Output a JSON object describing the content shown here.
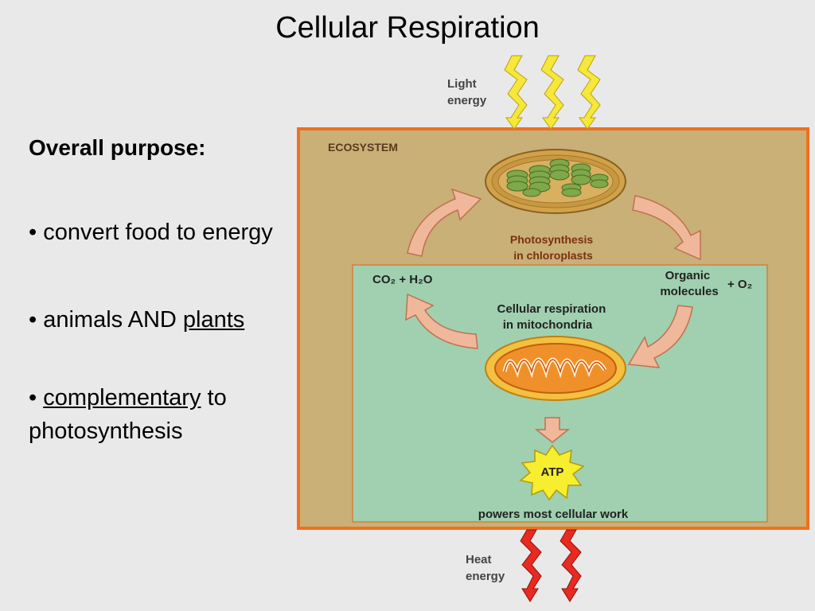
{
  "slide": {
    "title": "Cellular Respiration",
    "overall_purpose": "Overall purpose:",
    "bullet1": "• convert food to energy",
    "bullet2_prefix": "• animals AND ",
    "bullet2_underlined": "plants",
    "bullet3_prefix": "• ",
    "bullet3_underlined": "complementary",
    "bullet3_suffix": " to photosynthesis"
  },
  "diagram": {
    "light_energy_line1": "Light",
    "light_energy_line2": "energy",
    "ecosystem_label": "ECOSYSTEM",
    "photosynthesis_line1": "Photosynthesis",
    "photosynthesis_line2": "in chloroplasts",
    "co2_h2o": "CO₂ + H₂O",
    "organic_line1": "Organic",
    "organic_line2": "molecules",
    "o2": "+ O₂",
    "respiration_line1": "Cellular respiration",
    "respiration_line2": "in mitochondria",
    "atp": "ATP",
    "powers": "powers most cellular work",
    "heat_energy_line1": "Heat",
    "heat_energy_line2": "energy",
    "colors": {
      "ecosystem_bg": "#c8b077",
      "ecosystem_border": "#f07020",
      "cell_bg": "#a0d0b0",
      "arrow_fill": "#f0b89a",
      "arrow_stroke": "#c07050",
      "light_bolt": "#f5e83a",
      "heat_bolt": "#e82a20",
      "atp_star": "#f7ee30"
    }
  }
}
